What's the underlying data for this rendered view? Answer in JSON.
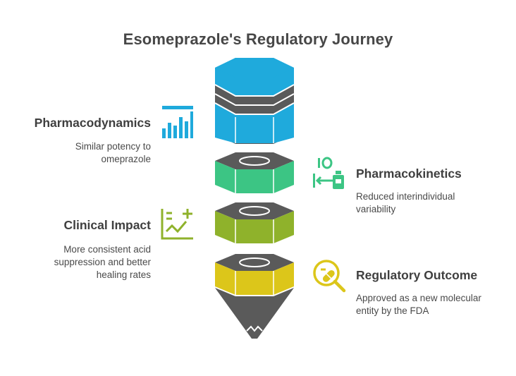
{
  "title": "Esomeprazole's Regulatory Journey",
  "colors": {
    "blue": "#1faadc",
    "green": "#3cc584",
    "olive": "#8fb22b",
    "yellow": "#dcc61a",
    "gray": "#5a5a5a"
  },
  "stages": [
    {
      "heading": "Pharmacodynamics",
      "description": [
        "Similar potency to",
        "omeprazole"
      ],
      "icon": "bar-chart-icon",
      "color": "#1faadc"
    },
    {
      "heading": "Pharmacokinetics",
      "description": [
        "Reduced interindividual",
        "variability"
      ],
      "icon": "dosage-bottle-icon",
      "color": "#3cc584"
    },
    {
      "heading": "Clinical Impact",
      "description": [
        "More consistent acid",
        "suppression and better",
        "healing rates"
      ],
      "icon": "line-chart-plus-icon",
      "color": "#8fb22b"
    },
    {
      "heading": "Regulatory Outcome",
      "description": [
        "Approved as a new molecular",
        "entity by the FDA"
      ],
      "icon": "pill-search-icon",
      "color": "#dcc61a"
    }
  ]
}
